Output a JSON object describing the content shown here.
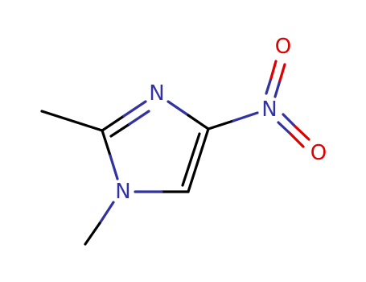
{
  "molecule": {
    "atoms": {
      "n_ring_top": {
        "symbol": "N",
        "color": "#3232a0"
      },
      "n_ring_bottom": {
        "symbol": "N",
        "color": "#3232a0"
      },
      "n_nitro": {
        "symbol": "N",
        "color": "#3232a0"
      },
      "o_top": {
        "symbol": "O",
        "color": "#e00000"
      },
      "o_bottom": {
        "symbol": "O",
        "color": "#e00000"
      }
    },
    "bond_colors": {
      "carbon": "#000000",
      "nitrogen": "#3232a0",
      "oxygen": "#e00000"
    }
  }
}
